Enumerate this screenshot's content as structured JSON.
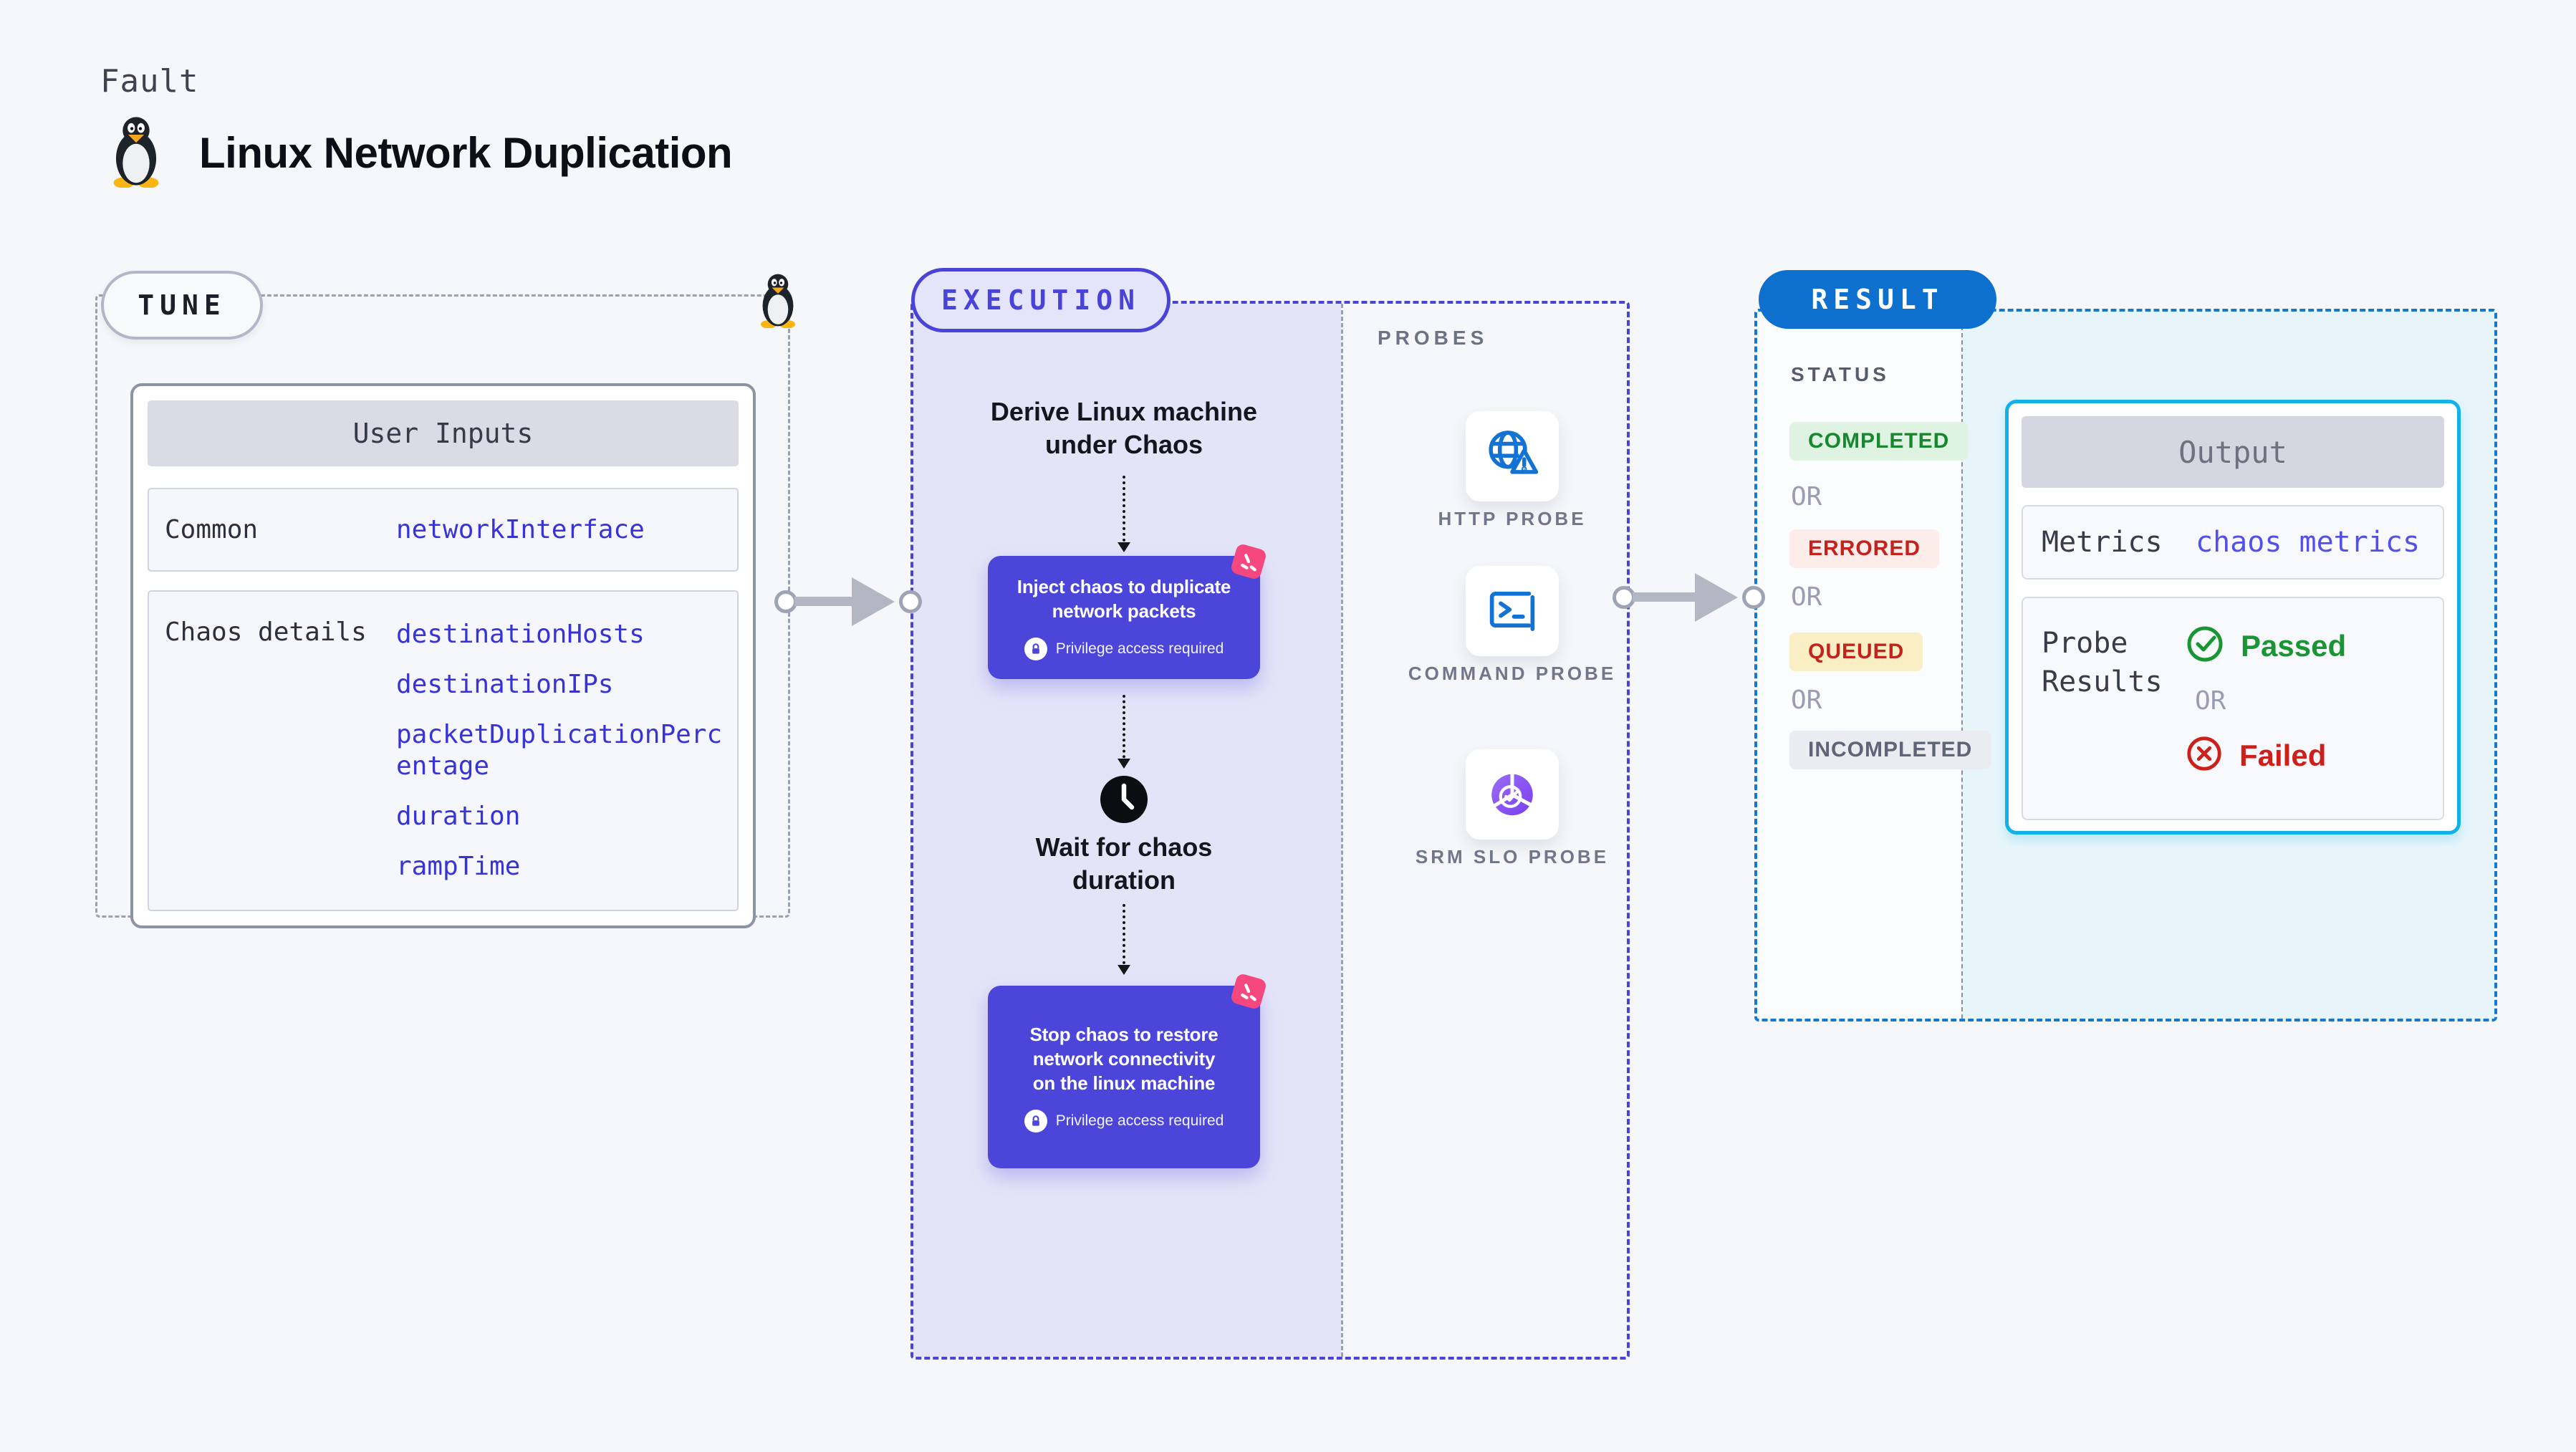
{
  "header": {
    "kicker": "Fault",
    "title": "Linux Network Duplication"
  },
  "tune": {
    "pill": "TUNE",
    "card_title": "User Inputs",
    "rows": [
      {
        "label": "Common",
        "params": [
          "networkInterface"
        ]
      },
      {
        "label": "Chaos details",
        "params": [
          "destinationHosts",
          "destinationIPs",
          "packetDuplicationPercentage",
          "duration",
          "rampTime"
        ]
      }
    ]
  },
  "execution": {
    "pill": "EXECUTION",
    "derive_step": "Derive Linux machine under Chaos",
    "inject_step": "Inject chaos to duplicate network packets",
    "wait_step": "Wait for chaos duration",
    "stop_step": "Stop chaos to restore network connectivity on the linux machine",
    "privilege_note": "Privilege access required"
  },
  "probes": {
    "label": "PROBES",
    "items": [
      {
        "name": "HTTP PROBE",
        "icon": "globe-alert-icon"
      },
      {
        "name": "COMMAND PROBE",
        "icon": "terminal-icon"
      },
      {
        "name": "SRM SLO PROBE",
        "icon": "slo-donut-icon"
      }
    ]
  },
  "result": {
    "pill": "RESULT",
    "status_label": "STATUS",
    "or": "OR",
    "statuses": [
      {
        "label": "COMPLETED",
        "color": "#17882e",
        "bg": "#def3e1"
      },
      {
        "label": "ERRORED",
        "color": "#c4231d",
        "bg": "#fcecea"
      },
      {
        "label": "QUEUED",
        "color": "#c4231d",
        "bg": "#faeec4"
      },
      {
        "label": "INCOMPLETED",
        "color": "#5f6476",
        "bg": "#eaecf2"
      }
    ],
    "output": {
      "title": "Output",
      "metrics_label": "Metrics",
      "metrics_value": "chaos metrics",
      "probe_results_label": "Probe Results",
      "passed": "Passed",
      "failed": "Failed"
    }
  },
  "colors": {
    "accent_indigo": "#4a43d8",
    "step_box_indigo": "#4c45da",
    "result_blue": "#0d6fce",
    "output_border_cyan": "#12b2e8",
    "param_text_blue": "#3733d6",
    "probe_icon_blue": "#1273d5",
    "chaos_logo_pink": "#f5487f",
    "passed_green": "#1a9533",
    "failed_red": "#cf1f1a"
  }
}
